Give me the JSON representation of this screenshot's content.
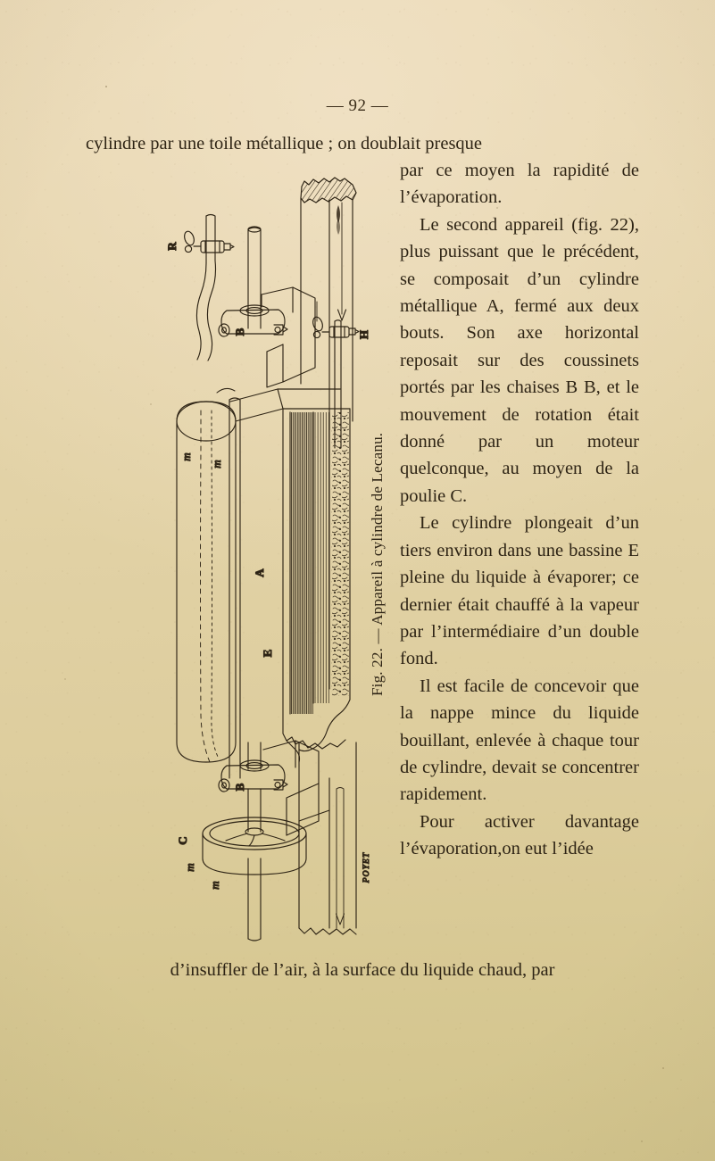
{
  "page": {
    "folio": "— 92 —",
    "paper_color": "#e3d4ad",
    "ink_color": "#2e2415"
  },
  "body": {
    "lead_line": "cylindre par une toile métallique ; on doublait presque",
    "paragraphs": [
      {
        "indent": false,
        "text": "par ce moyen la rapidité de l’évaporation."
      },
      {
        "indent": true,
        "text": "Le second appareil (fig. 22), plus puissant que le précédent, se composait d’un cylindre métallique A, fermé aux deux bouts. Son axe horizontal reposait sur des coussinets portés par les chaises B B, et le mouvement de rotation était donné par un moteur quelconque, au moyen de la poulie C."
      },
      {
        "indent": true,
        "text": "Le cylindre plongeait d’un tiers environ dans une bassine E pleine du liquide à évaporer; ce dernier était chauffé à la vapeur par l’intermédiaire d’un double fond."
      },
      {
        "indent": true,
        "text": "Il est facile de concevoir que la nappe mince du liquide bouillant, enlevée à chaque tour de cylindre, devait se concentrer rapidement."
      },
      {
        "indent": true,
        "text": "Pour activer davantage l’évaporation,on eut l’idée"
      }
    ],
    "tail_line": "d’insuffler de l’air, à la surface du liquide chaud, par"
  },
  "figure": {
    "caption": "Fig. 22. — Appareil à cylindre de Lecanu.",
    "engraver_signature": "POYET",
    "labels": {
      "valve_left": "R",
      "valve_right": "H",
      "chair_upper": "B",
      "chair_lower": "B",
      "cylinder": "A",
      "basin": "E",
      "pulley": "C",
      "pipe_upper_1": "m",
      "pipe_upper_2": "m",
      "pipe_lower_1": "m",
      "pipe_lower_2": "m"
    }
  }
}
